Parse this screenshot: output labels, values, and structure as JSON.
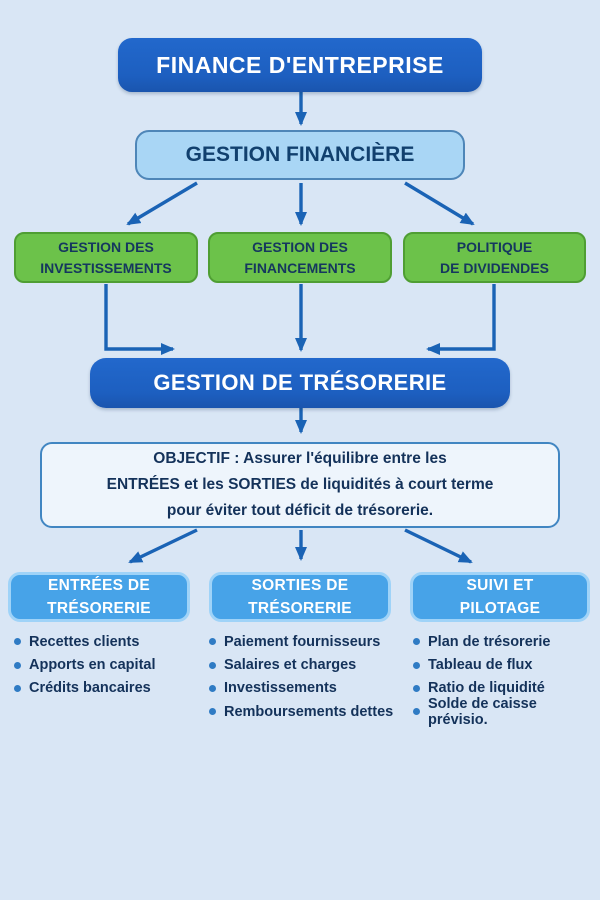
{
  "colors": {
    "background": "#d9e6f5",
    "primary_blue": "#1d5fc0",
    "light_blue_fill": "#a9d6f5",
    "light_blue_border": "#4e86b8",
    "green_fill": "#6cc24a",
    "green_border": "#4f9e33",
    "header_blue_fill": "#47a3e8",
    "header_blue_border": "#9fd3f8",
    "arrow_blue": "#1a63b5",
    "navy_text": "#14325e",
    "objective_bg": "#eef5fc",
    "objective_border": "#4186c2",
    "white_text": "#ffffff"
  },
  "diagram": {
    "title": "FINANCE D'ENTREPRISE",
    "level2": "GESTION FINANCIÈRE",
    "branches": {
      "investissements": {
        "lines": [
          "GESTION DES",
          "INVESTISSEMENTS"
        ]
      },
      "financements": {
        "lines": [
          "GESTION DES",
          "FINANCEMENTS"
        ]
      },
      "dividendes": {
        "lines": [
          "POLITIQUE",
          "DE DIVIDENDES"
        ]
      }
    },
    "level4": "GESTION DE TRÉSORERIE",
    "objective": {
      "lines": [
        "OBJECTIF : Assurer l'équilibre entre les",
        "ENTRÉES et les SORTIES de liquidités à court terme",
        "pour éviter tout déficit de trésorerie."
      ]
    },
    "columns": {
      "entrees": {
        "header_lines": [
          "ENTRÉES DE",
          "TRÉSORERIE"
        ],
        "items": [
          "Recettes clients",
          "Apports en capital",
          "Crédits bancaires"
        ]
      },
      "sorties": {
        "header_lines": [
          "SORTIES DE",
          "TRÉSORERIE"
        ],
        "items": [
          "Paiement fournisseurs",
          "Salaires et charges",
          "Investissements",
          "Remboursements dettes"
        ]
      },
      "suivi": {
        "header_lines": [
          "SUIVI ET",
          "PILOTAGE"
        ],
        "items": [
          "Plan de trésorerie",
          "Tableau de flux",
          "Ratio de liquidité",
          "Solde de caisse prévisio."
        ]
      }
    }
  }
}
